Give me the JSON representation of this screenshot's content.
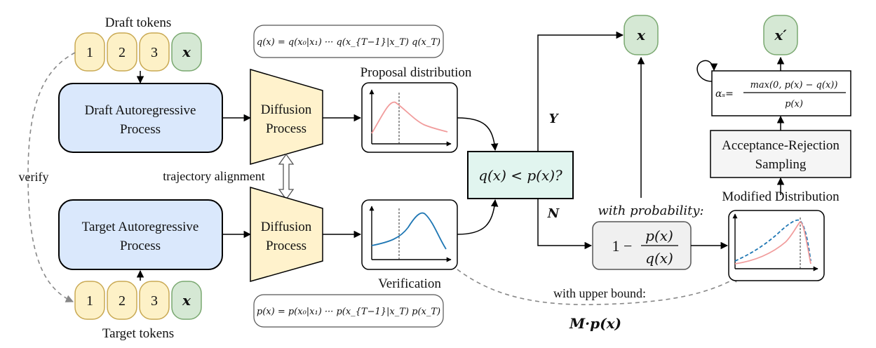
{
  "labels": {
    "draft_tokens": "Draft tokens",
    "target_tokens": "Target tokens",
    "verify": "verify",
    "draft_ar": [
      "Draft Autoregressive",
      "Process"
    ],
    "target_ar": [
      "Target Autoregressive",
      "Process"
    ],
    "diffusion": [
      "Diffusion",
      "Process"
    ],
    "trajectory_alignment": "trajectory alignment",
    "proposal_distribution": "Proposal distribution",
    "verification": "Verification",
    "q_formula": "q(x) = q(x₀|x₁) ··· q(x_{T−1}|x_T) q(x_T)",
    "p_formula": "p(x) = p(x₀|x₁) ··· p(x_{T−1}|x_T) p(x_T)",
    "decision": "q(x) < p(x)?",
    "yes": "Y",
    "no": "N",
    "accepted_token": "x",
    "resampled_token": "x′",
    "with_probability": "with probability:",
    "one_minus": "1 −",
    "frac_num": "p(x)",
    "frac_den": "q(x)",
    "with_upper_bound": "with upper bound:",
    "upper_bound_expr": "M·p(x)",
    "modified_distribution": "Modified Distribution",
    "acceptance_rejection": [
      "Acceptance-Rejection",
      "Sampling"
    ],
    "alpha_lhs": "αₛ=",
    "alpha_num": "max(0, p(x) − q(x))",
    "alpha_den": "p(x)"
  },
  "draft_tokens": [
    "1",
    "2",
    "3",
    "x"
  ],
  "target_tokens": [
    "1",
    "2",
    "3",
    "x"
  ],
  "colors": {
    "token_yellow": "#fdf1c7",
    "token_yellow_stroke": "#c9a953",
    "token_green": "#d5e8d4",
    "token_green_stroke": "#7aa870",
    "process_blue": "#dae8fc",
    "diffusion_yellow": "#fff2cc",
    "decision_teal": "#e1f5ef",
    "proposal_curve": "#f19c9c",
    "target_curve": "#1f77b4",
    "gray_box": "#f0f0f0"
  }
}
